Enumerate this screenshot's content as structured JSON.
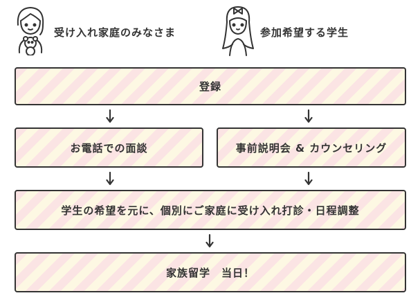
{
  "header": {
    "families_label": "受け入れ家庭のみなさま",
    "students_label": "参加希望する学生"
  },
  "steps": {
    "register": "登録",
    "phone_interview": "お電話での面談",
    "briefing": "事前説明会 & カウンセリング",
    "matching": "学生の希望を元に、個別にご家庭に受け入れ打診・日程調整",
    "day_of": "家族留学　当日！"
  },
  "icons": {
    "family_avatar": "mother-with-teddy-bear-icon",
    "student_avatar": "girl-student-icon",
    "arrow": "down-arrow-icon"
  },
  "colors": {
    "stripe_pink": "#fbe4e4",
    "stripe_cream": "#fdf8e3",
    "outline": "#333333"
  }
}
